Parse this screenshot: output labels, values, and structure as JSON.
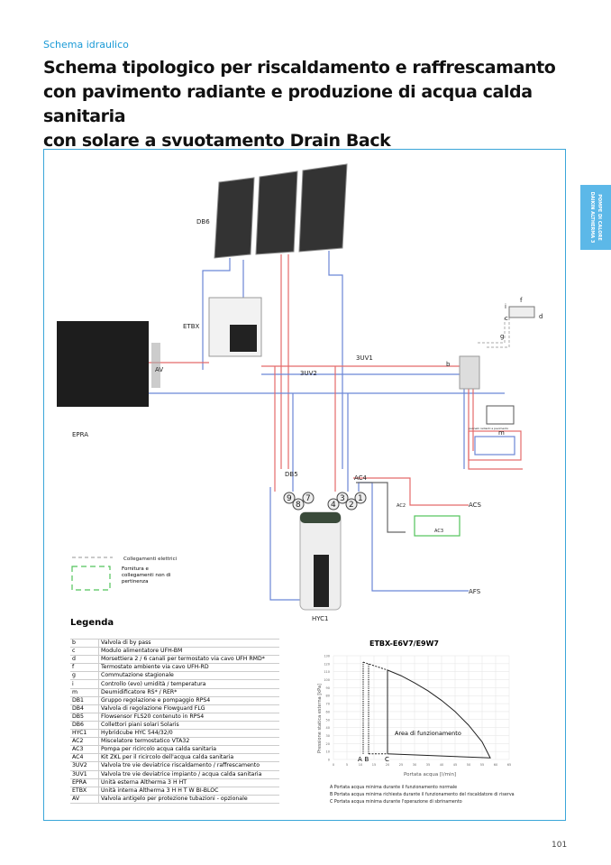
{
  "section": "Schema idraulico",
  "title_lines": [
    "Schema tipologico per riscaldamento e raffrescamanto",
    "con pavimento radiante e produzione di acqua calda sanitaria",
    "con solare a svuotamento Drain Back"
  ],
  "side_tab": "POMPE DI CALORE DAIKIN ALTHERMA 3",
  "diagram": {
    "labels": {
      "db6": "DB6",
      "etbx": "ETBX",
      "epra": "EPRA",
      "av": "AV",
      "uv1": "3UV1",
      "uv2": "3UV2",
      "b": "b",
      "c": "c",
      "d": "d",
      "f": "f",
      "g": "g",
      "i": "i",
      "m": "m",
      "pannelli": "pannelli radianti a pavimento",
      "db5": "DB5",
      "ac4": "AC4",
      "ac2": "AC2",
      "ac3": "AC3",
      "acs": "ACS",
      "afs": "AFS",
      "hyc1": "HYC1",
      "n1": "1",
      "n2": "2",
      "n3": "3",
      "n4": "4",
      "n7": "7",
      "n8": "8",
      "n9": "9"
    },
    "legend_electric": "Collegamenti elettrici",
    "legend_supply": "Fornitura e collegamenti non di pertinenza"
  },
  "legend": {
    "title": "Legenda",
    "rows": [
      [
        "b",
        "Valvola di by pass"
      ],
      [
        "c",
        "Modulo alimentatore UFH-BM"
      ],
      [
        "d",
        "Morsettiera 2 / 6 canali per termostato via cavo UFH RMD*"
      ],
      [
        "f",
        "Termostato ambiente via cavo UFH-RD"
      ],
      [
        "g",
        "Commutazione stagionale"
      ],
      [
        "i",
        "Controllo (evo) umidità / temperatura"
      ],
      [
        "m",
        "Deumidificatore RS* / RER*"
      ],
      [
        "DB1",
        "Gruppo regolazione e pompaggio RPS4"
      ],
      [
        "DB4",
        "Valvola di regolazione Flowguard FLG"
      ],
      [
        "DB5",
        "Flowsensor FLS20 contenuto in RPS4"
      ],
      [
        "DB6",
        "Collettori piani solari Solaris"
      ],
      [
        "HYC1",
        "Hybridcube HYC 544/32/0"
      ],
      [
        "AC2",
        "Miscelatore termostatico VTA32"
      ],
      [
        "AC3",
        "Pompa per ricircolo acqua calda sanitaria"
      ],
      [
        "AC4",
        "Kit ZKL per il ricircolo dell'acqua calda sanitaria"
      ],
      [
        "3UV2",
        "Valvola tre vie deviatrice riscaldamento /  raffrescamento"
      ],
      [
        "3UV1",
        "Valvola tre vie deviatrice impianto /  acqua calda sanitaria"
      ],
      [
        "EPRA",
        "Unità esterna Altherma 3 H HT"
      ],
      [
        "ETBX",
        "Unità interna Altherma 3 H H T W BI-BLOC"
      ],
      [
        "AV",
        "Valvola antigelo per protezione tubazioni - opzionale"
      ]
    ]
  },
  "chart_data": {
    "type": "area",
    "title": "ETBX-E6V7/E9W7",
    "xlabel": "Portata acqua [l/min]",
    "ylabel": "Pressione statica esterna [kPa]",
    "xlim": [
      0,
      65
    ],
    "ylim": [
      0,
      130
    ],
    "xticks": [
      0,
      5,
      10,
      15,
      20,
      25,
      30,
      35,
      40,
      45,
      50,
      55,
      60,
      65
    ],
    "yticks": [
      0,
      10,
      20,
      30,
      40,
      50,
      60,
      70,
      80,
      90,
      100,
      110,
      120,
      130
    ],
    "grid": true,
    "series": [
      {
        "name": "Area di funzionamento",
        "x": [
          20,
          20,
          25,
          30,
          35,
          40,
          45,
          50,
          55,
          58,
          20
        ],
        "y": [
          7,
          112,
          105,
          96,
          86,
          74,
          60,
          43,
          22,
          2,
          7
        ]
      },
      {
        "name": "A",
        "x": [
          11,
          11
        ],
        "y": [
          7,
          122
        ],
        "style": "dotted"
      },
      {
        "name": "B",
        "x": [
          13,
          13
        ],
        "y": [
          7,
          120
        ],
        "style": "dotted"
      }
    ],
    "annotations": [
      "Area di funzionamento",
      "A",
      "B",
      "C"
    ],
    "notes": [
      "A  Portata acqua minima durante il funzionamento normale",
      "B  Portata acqua minima richiesta durante il funzionamento del riscaldatore di riserva",
      "C  Portata acqua minima durante l'operazione di sbrinamento"
    ]
  },
  "page_number": "101",
  "colors": {
    "accent": "#1a9ad6",
    "hot": "#e46a6a",
    "cold": "#6b86d6",
    "supply": "#52c35a"
  }
}
